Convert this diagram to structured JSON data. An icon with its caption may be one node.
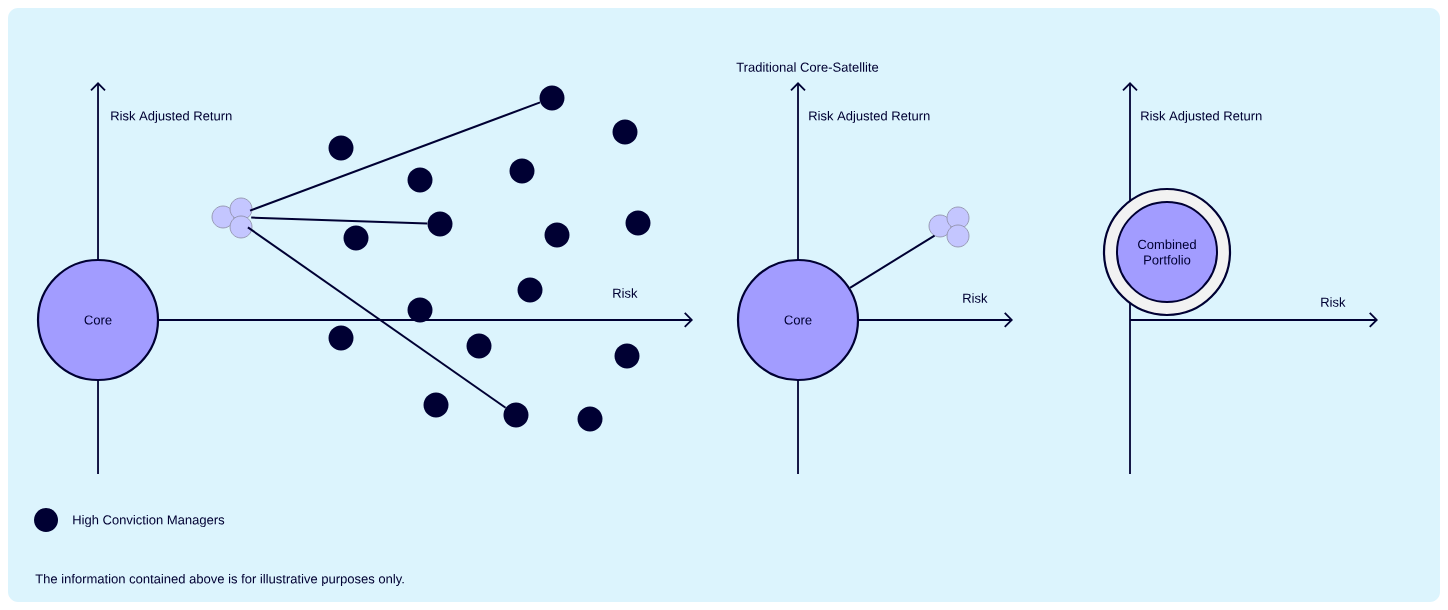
{
  "diagram": {
    "nodes": [
      {
        "text": [
          "Core"
        ]
      },
      {
        "text": [],
        "shape": "circle"
      },
      {
        "text": [],
        "shape": "circle"
      },
      {
        "text": [],
        "shape": "circle"
      },
      {
        "text": [],
        "shape": "circle"
      },
      {
        "text": [],
        "shape": "circle"
      },
      {
        "text": [],
        "shape": "circle"
      },
      {
        "text": [],
        "shape": "circle"
      },
      {
        "text": [],
        "shape": "circle"
      },
      {
        "text": [],
        "shape": "circle"
      },
      {
        "text": [],
        "shape": "circle"
      },
      {
        "text": [],
        "shape": "circle"
      },
      {
        "text": [],
        "shape": "circle"
      },
      {
        "text": [],
        "shape": "circle"
      },
      {
        "text": [],
        "shape": "circle"
      },
      {
        "text": [],
        "shape": "circle"
      },
      {
        "text": [],
        "shape": "circle"
      },
      {
        "text": [],
        "shape": "circle"
      },
      {
        "text": [],
        "shape": "circle"
      },
      {
        "text": [
          "Core"
        ]
      },
      {
        "text": [],
        "shape": "circle"
      },
      {
        "text": [
          "Combined Portfolio"
        ]
      }
    ],
    "edges": [
      {
        "from": 1,
        "to": 13,
        "arrow": "none"
      },
      {
        "from": 1,
        "to": 8,
        "arrow": "none"
      },
      {
        "from": 1,
        "to": 10,
        "arrow": "none"
      },
      {
        "from": 19,
        "to": 20,
        "arrow": "none"
      }
    ],
    "labels": [
      "Traditional Core-Satellite",
      "Risk Adjusted Return",
      "Risk Adjusted Return",
      "Risk Adjusted Return",
      "Risk",
      "Risk",
      "Risk",
      "The information contained above is for illustrative purposes only."
    ],
    "legend": [
      {
        "text": "High Conviction Managers",
        "color": "#000033"
      }
    ]
  }
}
